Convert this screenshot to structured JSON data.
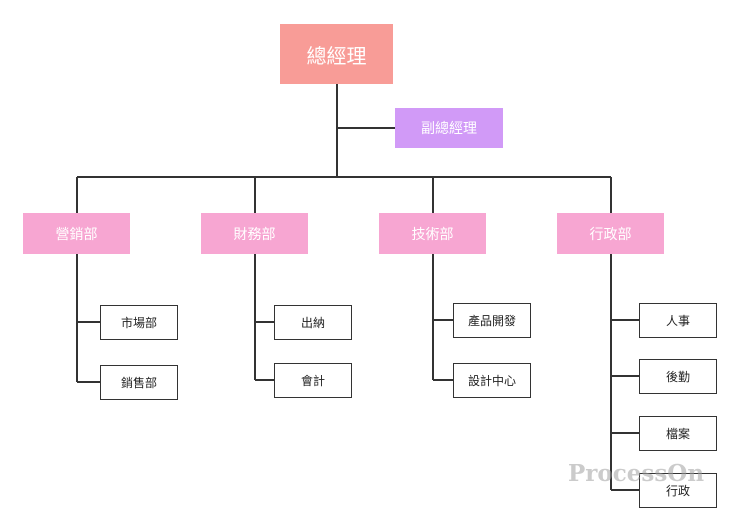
{
  "org_chart": {
    "root": "總經理",
    "deputy": "副總經理",
    "departments": [
      {
        "name": "營銷部",
        "children": [
          "市場部",
          "銷售部"
        ]
      },
      {
        "name": "財務部",
        "children": [
          "出納",
          "會計"
        ]
      },
      {
        "name": "技術部",
        "children": [
          "產品開發",
          "設計中心"
        ]
      },
      {
        "name": "行政部",
        "children": [
          "人事",
          "後勤",
          "檔案",
          "行政"
        ]
      }
    ]
  },
  "watermark": "ProcessOn",
  "colors": {
    "root": "#f89c97",
    "deputy": "#d19af7",
    "department": "#f7a6d2",
    "connector": "#333333"
  }
}
